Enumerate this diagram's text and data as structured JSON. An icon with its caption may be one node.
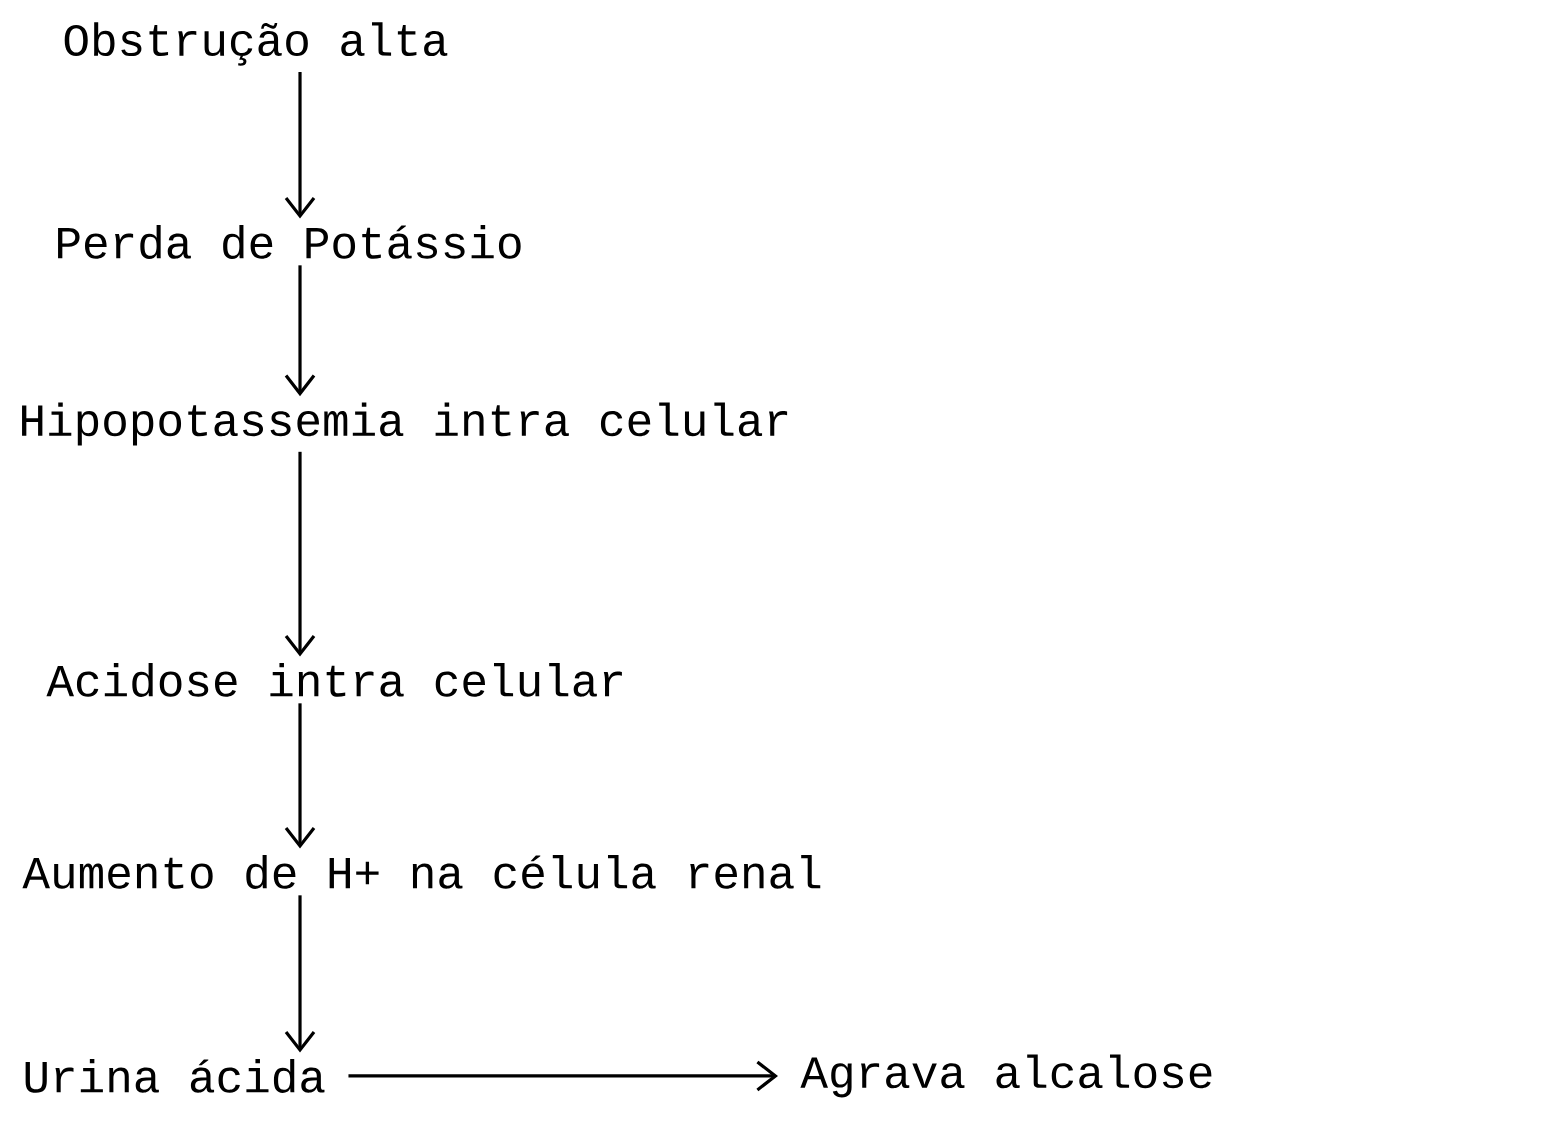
{
  "diagram": {
    "nodes": [
      {
        "text": [
          "Obstrução alta"
        ]
      },
      {
        "text": [
          "Perda de Potássio"
        ]
      },
      {
        "text": [
          "Hipopotassemia intra celular"
        ]
      },
      {
        "text": [
          "Acidose intra celular"
        ]
      },
      {
        "text": [
          "Aumento de H+ na célula renal"
        ]
      },
      {
        "text": [
          "Urina ácida"
        ]
      },
      {
        "text": [
          "Agrava alcalose"
        ]
      }
    ],
    "edges": [
      {
        "from": 0,
        "to": 1,
        "arrow": "to"
      },
      {
        "from": 1,
        "to": 2,
        "arrow": "to"
      },
      {
        "from": 2,
        "to": 3,
        "arrow": "to"
      },
      {
        "from": 3,
        "to": 4,
        "arrow": "to"
      },
      {
        "from": 4,
        "to": 5,
        "arrow": "to"
      },
      {
        "from": 5,
        "to": 6,
        "arrow": "to"
      }
    ]
  }
}
